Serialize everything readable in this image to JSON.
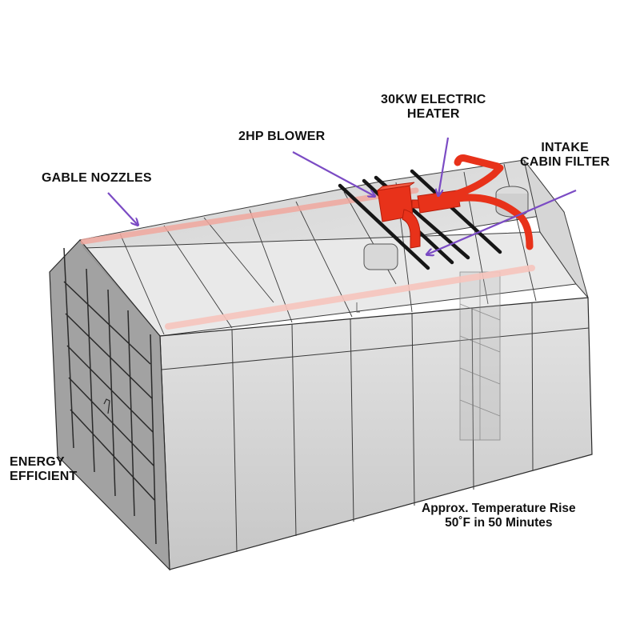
{
  "diagram": {
    "subject": "Portable heated enclosure (booth) with roof-mounted heating system",
    "colors": {
      "background": "#ffffff",
      "enclosure_face": "#c9c9c9",
      "enclosure_end_face": "#8f8f8f",
      "edge_line": "#2a2a2a",
      "heater_red": "#e8321a",
      "nozzle_pink": "#f2a9a0",
      "roof_bars": "#1a1a1a",
      "callout_arrow": "#7b4bc4",
      "label_text": "#111111"
    },
    "callouts": [
      {
        "id": "gable-nozzles",
        "lines": [
          "GABLE NOZZLES"
        ]
      },
      {
        "id": "blower",
        "lines": [
          "2HP BLOWER"
        ]
      },
      {
        "id": "heater",
        "lines": [
          "30KW ELECTRIC",
          "HEATER"
        ]
      },
      {
        "id": "intake-filter",
        "lines": [
          "INTAKE",
          "CABIN FILTER"
        ]
      },
      {
        "id": "energy-efficient",
        "lines": [
          "ENERGY",
          "EFFICIENT"
        ]
      }
    ],
    "note": {
      "lines": [
        "Approx. Temperature Rise",
        "50˚F in 50 Minutes"
      ]
    }
  }
}
